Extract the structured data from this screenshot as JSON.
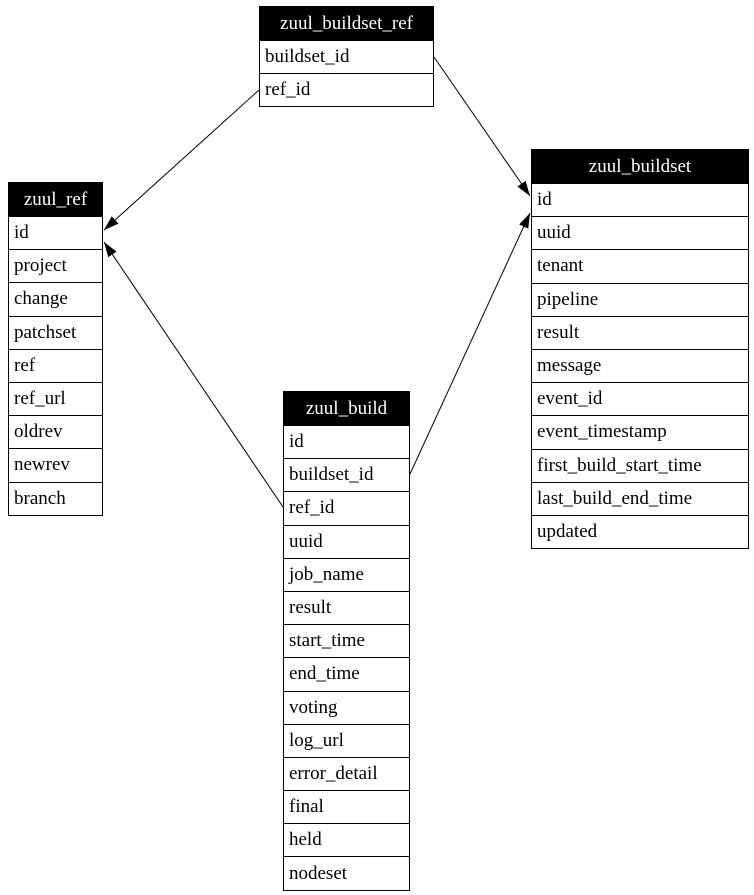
{
  "diagram": {
    "colors": {
      "background": "#ffffff",
      "table_header_bg": "#000000",
      "table_header_text": "#ffffff",
      "cell_bg": "#ffffff",
      "cell_text": "#000000",
      "border": "#000000",
      "edge": "#000000"
    }
  },
  "tables": {
    "zuul_buildset_ref": {
      "title": "zuul_buildset_ref",
      "rows": [
        "buildset_id",
        "ref_id"
      ]
    },
    "zuul_ref": {
      "title": "zuul_ref",
      "rows": [
        "id",
        "project",
        "change",
        "patchset",
        "ref",
        "ref_url",
        "oldrev",
        "newrev",
        "branch"
      ]
    },
    "zuul_buildset": {
      "title": "zuul_buildset",
      "rows": [
        "id",
        "uuid",
        "tenant",
        "pipeline",
        "result",
        "message",
        "event_id",
        "event_timestamp",
        "first_build_start_time",
        "last_build_end_time",
        "updated"
      ]
    },
    "zuul_build": {
      "title": "zuul_build",
      "rows": [
        "id",
        "buildset_id",
        "ref_id",
        "uuid",
        "job_name",
        "result",
        "start_time",
        "end_time",
        "voting",
        "log_url",
        "error_detail",
        "final",
        "held",
        "nodeset"
      ]
    }
  },
  "edges": [
    {
      "from": "zuul_buildset_ref.ref_id",
      "to": "zuul_ref.id"
    },
    {
      "from": "zuul_buildset_ref.buildset_id",
      "to": "zuul_buildset.id"
    },
    {
      "from": "zuul_build.ref_id",
      "to": "zuul_ref.id"
    },
    {
      "from": "zuul_build.buildset_id",
      "to": "zuul_buildset.id"
    }
  ]
}
